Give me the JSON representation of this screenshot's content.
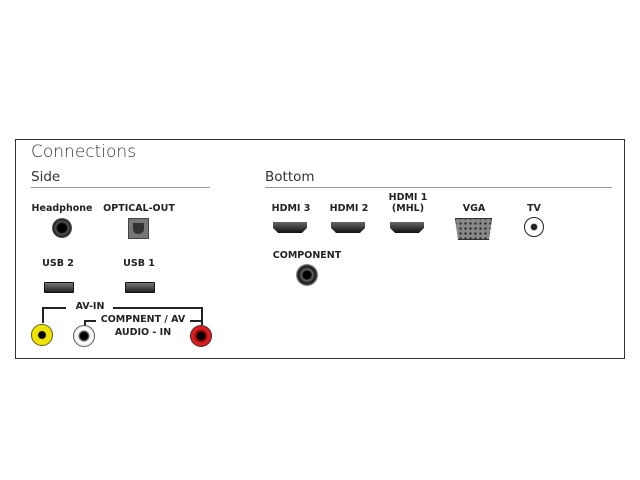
{
  "title": "Connections",
  "side": {
    "heading": "Side",
    "headphone": "Headphone",
    "optical_out": "OPTICAL-OUT",
    "usb2": "USB 2",
    "usb1": "USB 1",
    "av_in": "AV-IN",
    "component_av": "COMPNENT / AV",
    "audio_in": "AUDIO - IN"
  },
  "bottom": {
    "heading": "Bottom",
    "hdmi3": "HDMI 3",
    "hdmi2": "HDMI 2",
    "hdmi1_line1": "HDMI 1",
    "hdmi1_line2": "(MHL)",
    "vga": "VGA",
    "tv": "TV",
    "component": "COMPONENT"
  },
  "colors": {
    "yellow": "#f2e600",
    "red": "#d42020",
    "white": "#f4f4f4"
  }
}
